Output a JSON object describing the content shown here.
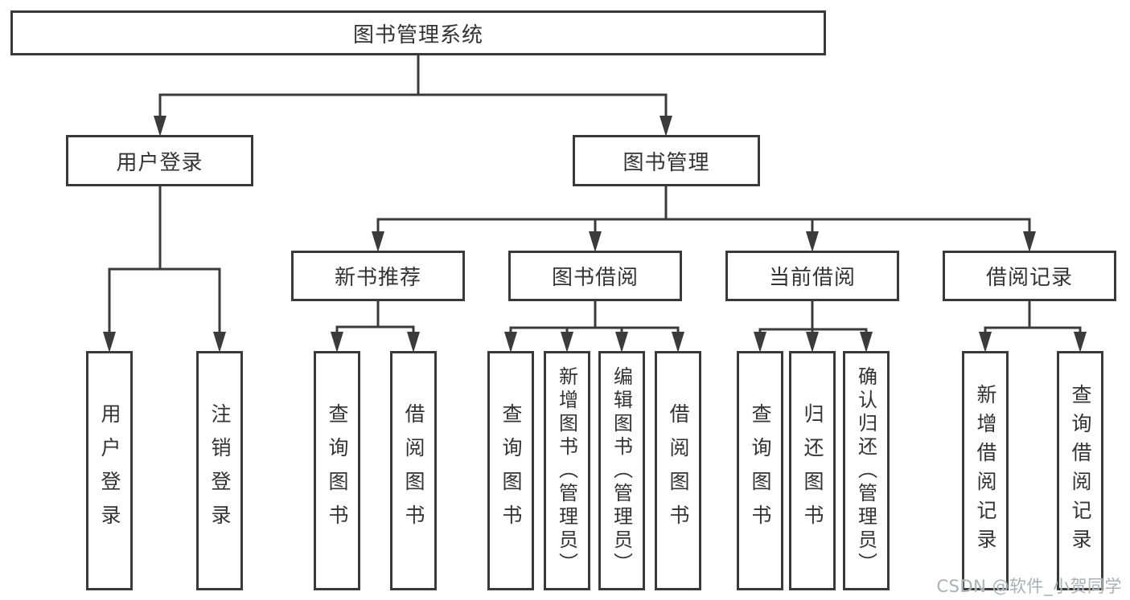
{
  "tree": {
    "root": {
      "label": "图书管理系统",
      "children": [
        {
          "label": "用户登录",
          "children": [
            {
              "label": "用户登录"
            },
            {
              "label": "注销登录"
            }
          ]
        },
        {
          "label": "图书管理",
          "children": [
            {
              "label": "新书推荐",
              "children": [
                {
                  "label": "查询图书"
                },
                {
                  "label": "借阅图书"
                }
              ]
            },
            {
              "label": "图书借阅",
              "children": [
                {
                  "label": "查询图书"
                },
                {
                  "label": "新增图书（管理员）"
                },
                {
                  "label": "编辑图书（管理员）"
                },
                {
                  "label": "借阅图书"
                }
              ]
            },
            {
              "label": "当前借阅",
              "children": [
                {
                  "label": "查询图书"
                },
                {
                  "label": "归还图书"
                },
                {
                  "label": "确认归还（管理员）"
                }
              ]
            },
            {
              "label": "借阅记录",
              "children": [
                {
                  "label": "新增借阅记录"
                },
                {
                  "label": "查询借阅记录"
                }
              ]
            }
          ]
        }
      ]
    }
  },
  "watermark": {
    "text": "CSDN @软件_小贺同学"
  },
  "colors": {
    "line": "#3b3b3b",
    "node_border": "#3a3a3a",
    "node_text": "#333333",
    "watermark_text": "#aab0b6",
    "background": "#ffffff"
  }
}
